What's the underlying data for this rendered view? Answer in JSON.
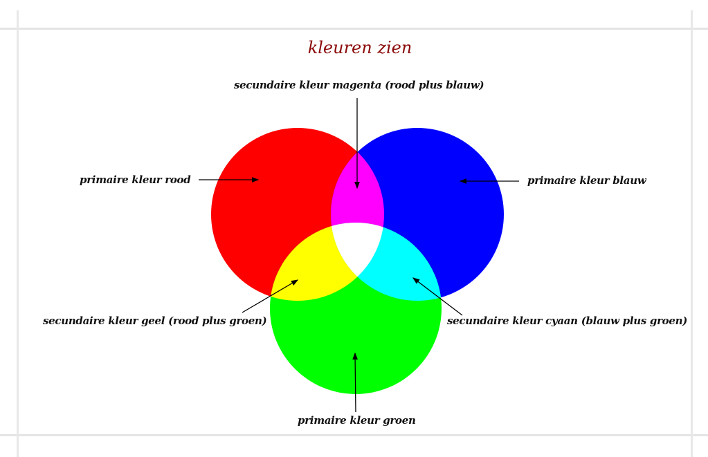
{
  "title": "kleuren zien",
  "labels": {
    "magenta": "secundaire kleur magenta (rood plus blauw)",
    "red": "primaire kleur rood",
    "blue": "primaire kleur blauw",
    "yellow": "secundaire kleur geel (rood plus groen)",
    "cyan": "secundaire kleur cyaan (blauw plus groen)",
    "green": "primaire kleur groen"
  },
  "colors": {
    "red": "#ff0000",
    "blue": "#0000ff",
    "green": "#00ff00",
    "magenta": "#ff00ff",
    "yellow": "#ffff00",
    "cyan": "#00ffff",
    "white": "#ffffff",
    "title": "#8b0a0a"
  }
}
